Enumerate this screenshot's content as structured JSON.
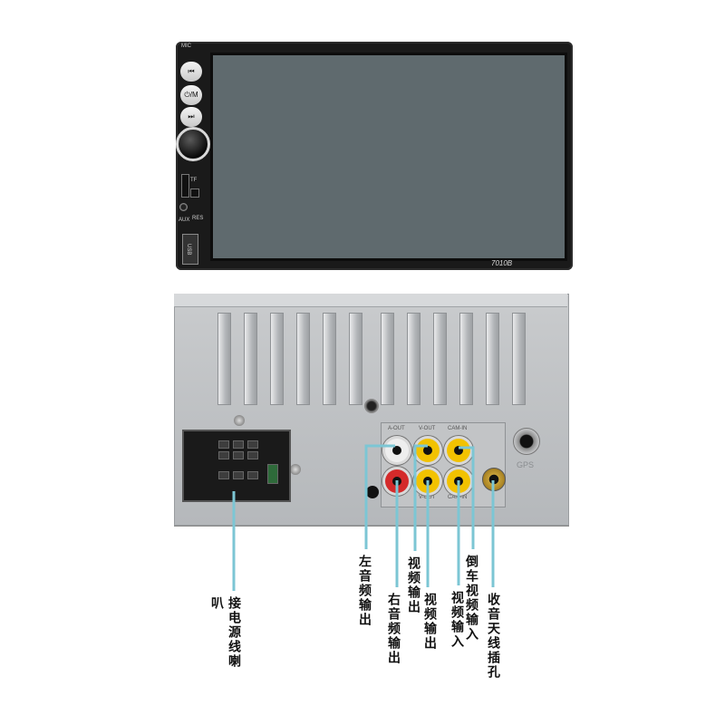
{
  "front_unit": {
    "model": "7010B",
    "buttons": {
      "mic": "MIC",
      "prev": "⏮",
      "power_mode": "⏻/M",
      "next": "⏭",
      "tf": "TF",
      "aux": "AUX",
      "reset": "RES",
      "usb": "USB"
    }
  },
  "back_unit": {
    "port_labels": {
      "audio_out": "A-OUT",
      "video_out": "V-OUT",
      "camera_in": "CAM-IN",
      "video_out_lower": "V-OUT",
      "camera_in_lower": "CAM-IN",
      "gps": "GPS"
    }
  },
  "callouts": {
    "power_speaker": "接电源线喇叭",
    "left_audio_out": "左音频输出",
    "right_audio_out": "右音频输出",
    "video_out_1": "视频输出",
    "video_out_2": "视频输出",
    "video_in": "视频输入",
    "reverse_video_in": "倒车视频输入",
    "radio_antenna": "收音天线插孔"
  },
  "colors": {
    "leader_line": "#7cc6d4",
    "rca_red": "#d42a2a",
    "rca_white": "#eeeeee",
    "rca_yellow": "#f2c200"
  },
  "icons": {
    "prev": "skip-back-icon",
    "next": "skip-forward-icon",
    "power": "power-icon"
  }
}
